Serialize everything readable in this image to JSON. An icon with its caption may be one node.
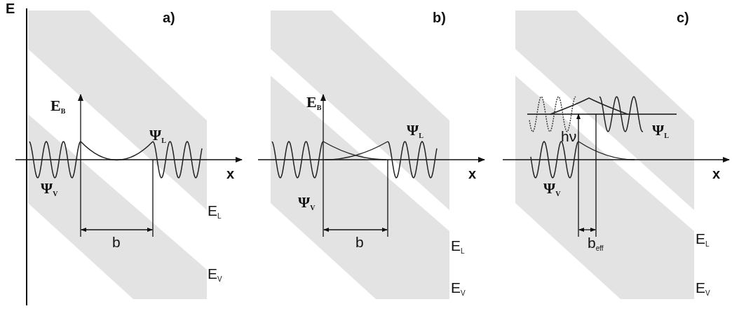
{
  "diagram": {
    "labels": [
      "E",
      "a)",
      "E$_{B}$",
      "Ψ$_{L}$",
      "x",
      "Ψ$_{V}$",
      "b",
      "E$_{L}$",
      "E$_{V}$",
      "b)",
      "E$_{B}$",
      "Ψ$_{L}$",
      "x",
      "Ψ$_{V}$",
      "b",
      "E$_{L}$",
      "E$_{V}$",
      "c)",
      "hν",
      "Ψ$_{L}$",
      "x",
      "Ψ$_{V}$",
      "b$_{eff}$",
      "E$_{L}$",
      "E$_{V}$"
    ]
  }
}
